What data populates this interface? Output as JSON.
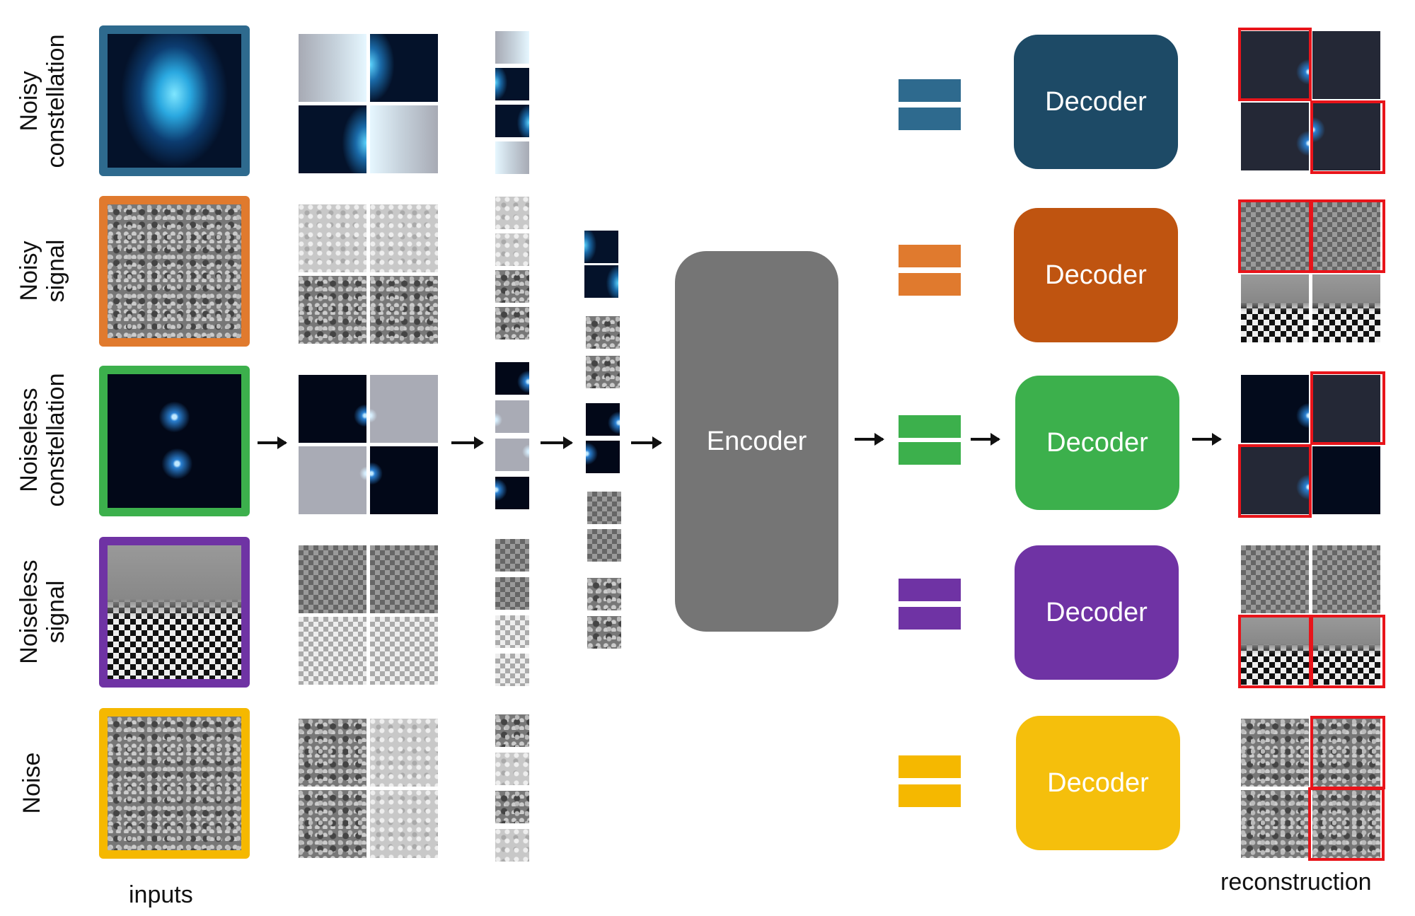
{
  "rows": [
    {
      "label": "Noisy\nconstellation",
      "color": "#2e6a8e",
      "decoder_color": "#1d4a66"
    },
    {
      "label": "Noisy\nsignal",
      "color": "#e07a2e",
      "decoder_color": "#bf5410"
    },
    {
      "label": "Noiseless\nconstellation",
      "color": "#3cb04c",
      "decoder_color": "#3cb04c"
    },
    {
      "label": "Noiseless\nsignal",
      "color": "#6f33a4",
      "decoder_color": "#6f33a4"
    },
    {
      "label": "Noise",
      "color": "#f5b800",
      "decoder_color": "#f5bf0c"
    }
  ],
  "encoder": {
    "label": "Encoder",
    "color": "#757575"
  },
  "decoder": {
    "label": "Decoder"
  },
  "captions": {
    "inputs": "inputs",
    "reconstruction": "reconstruction"
  },
  "highlight_color": "#e8141a"
}
